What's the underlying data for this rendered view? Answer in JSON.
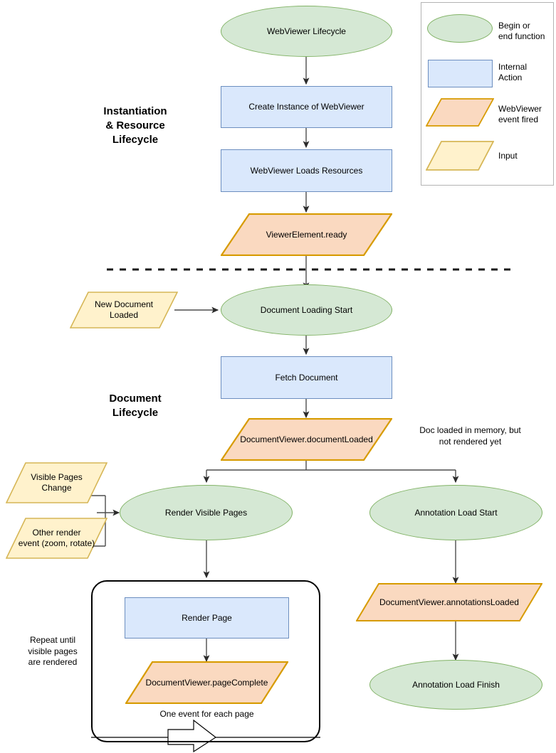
{
  "diagram": {
    "title": "WebViewer Lifecycle",
    "type": "flowchart",
    "colors": {
      "terminator_fill": "#d5e8d4",
      "terminator_stroke": "#82b366",
      "process_fill": "#dae8fc",
      "process_stroke": "#6c8ebf",
      "event_fill": "#fad9c0",
      "event_stroke": "#d79b00",
      "input_fill": "#fff2cc",
      "input_stroke": "#d6b656",
      "connector": "#4d4d4d",
      "text": "#000000",
      "group_border": "#000000",
      "legend_border": "#b3b3b3"
    }
  },
  "sections": {
    "instantiation": "Instantiation\n& Resource\nLifecycle",
    "instantiation_lines": [
      "Instantiation",
      "& Resource",
      "Lifecycle"
    ],
    "document": "Document\nLifecycle",
    "document_lines": [
      "Document",
      "Lifecycle"
    ]
  },
  "nodes": {
    "webviewer_lifecycle": "WebViewer Lifecycle",
    "create_instance": "Create Instance of WebViewer",
    "loads_resources": "WebViewer Loads Resources",
    "viewer_element_ready": "ViewerElement.ready",
    "new_document_loaded": "New Document\nLoaded",
    "new_document_loaded_lines": [
      "New Document",
      "Loaded"
    ],
    "document_loading_start": "Document Loading Start",
    "fetch_document": "Fetch Document",
    "document_viewer_document_loaded": "DocumentViewer.documentLoaded",
    "visible_pages_change": "Visible Pages\nChange",
    "visible_pages_change_lines": [
      "Visible Pages",
      "Change"
    ],
    "other_render_event": "Other render\nevent (zoom, rotate)",
    "other_render_event_lines": [
      "Other render",
      "event (zoom, rotate)"
    ],
    "render_visible_pages": "Render Visible Pages",
    "annotation_load_start": "Annotation Load Start",
    "document_viewer_annotations_loaded": "DocumentViewer.annotationsLoaded",
    "annotation_load_finish": "Annotation Load Finish",
    "render_page": "Render Page",
    "document_viewer_page_complete": "DocumentViewer.pageComplete"
  },
  "annotations": {
    "doc_loaded_note_lines": [
      "Doc loaded in memory, but",
      "not rendered yet"
    ],
    "repeat_note_lines": [
      "Repeat until",
      "visible pages",
      "are rendered"
    ],
    "one_event_note": "One event for each page"
  },
  "legend": {
    "items": [
      {
        "shape": "ellipse",
        "label_lines": [
          "Begin or",
          "end function"
        ],
        "fill": "#d5e8d4",
        "stroke": "#82b366"
      },
      {
        "shape": "rectangle",
        "label_lines": [
          "Internal",
          "Action"
        ],
        "fill": "#dae8fc",
        "stroke": "#6c8ebf"
      },
      {
        "shape": "parallelogram",
        "label_lines": [
          "WebViewer",
          "event fired"
        ],
        "fill": "#fad9c0",
        "stroke": "#d79b00"
      },
      {
        "shape": "parallelogram",
        "label_lines": [
          "Input"
        ],
        "fill": "#fff2cc",
        "stroke": "#d6b656"
      }
    ]
  }
}
